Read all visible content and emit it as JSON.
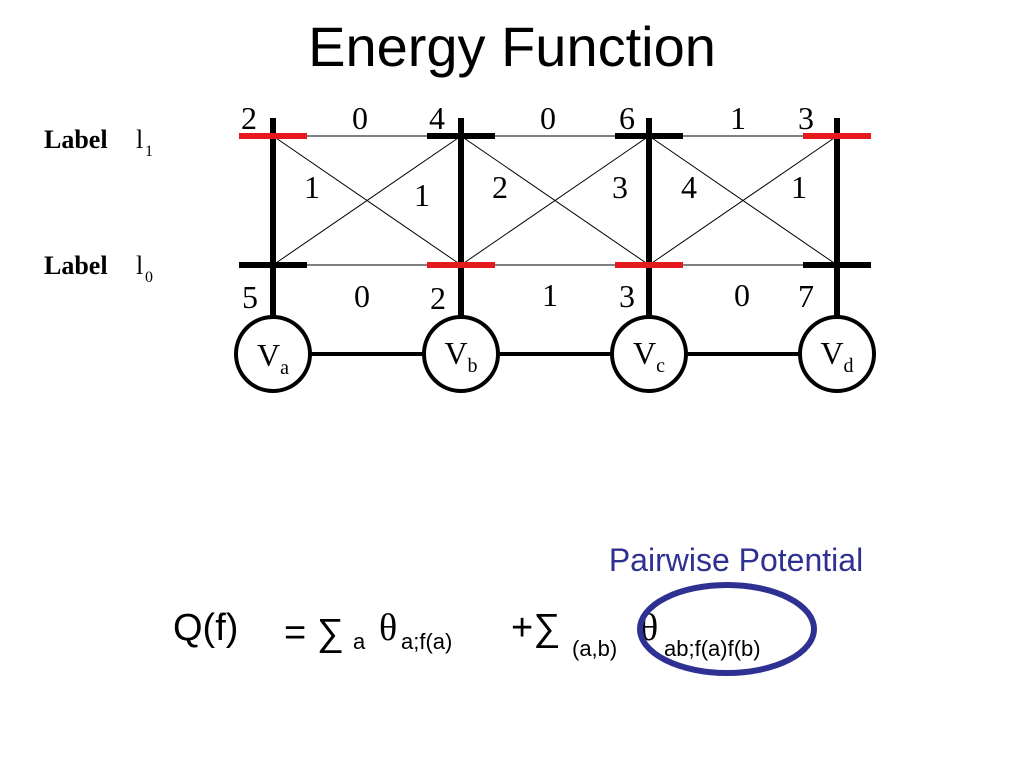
{
  "title": "Energy Function",
  "labels": {
    "l1": {
      "word": "Label",
      "letter": "l",
      "sub": "1"
    },
    "l0": {
      "word": "Label",
      "letter": "l",
      "sub": "0"
    }
  },
  "variables": [
    {
      "letter": "V",
      "sub": "a"
    },
    {
      "letter": "V",
      "sub": "b"
    },
    {
      "letter": "V",
      "sub": "c"
    },
    {
      "letter": "V",
      "sub": "d"
    }
  ],
  "unary": {
    "l1": [
      "2",
      "4",
      "6",
      "3"
    ],
    "l0": [
      "5",
      "2",
      "3",
      "7"
    ],
    "selected": [
      "l1",
      "l0",
      "l0",
      "l1"
    ]
  },
  "pairwise": {
    "top": [
      "0",
      "0",
      "1"
    ],
    "bottom": [
      "0",
      "1",
      "0"
    ],
    "cross_left": [
      "1",
      "2",
      "4"
    ],
    "cross_right": [
      "1",
      "3",
      "1"
    ]
  },
  "formula": {
    "lhs": "Q(f)",
    "eq_sum": "= ∑",
    "sum1_sub": "a",
    "theta": "θ",
    "theta1_sub": "a;f(a)",
    "plus_sum": "+∑",
    "sum2_sub": "(a,b)",
    "theta2_sub": "ab;f(a)f(b)"
  },
  "annotation": {
    "text": "Pairwise Potential",
    "color": "#2e3192"
  },
  "colors": {
    "selected": "#e41a1c",
    "edges": "#000000",
    "highlight_ellipse": "#2e3192"
  }
}
